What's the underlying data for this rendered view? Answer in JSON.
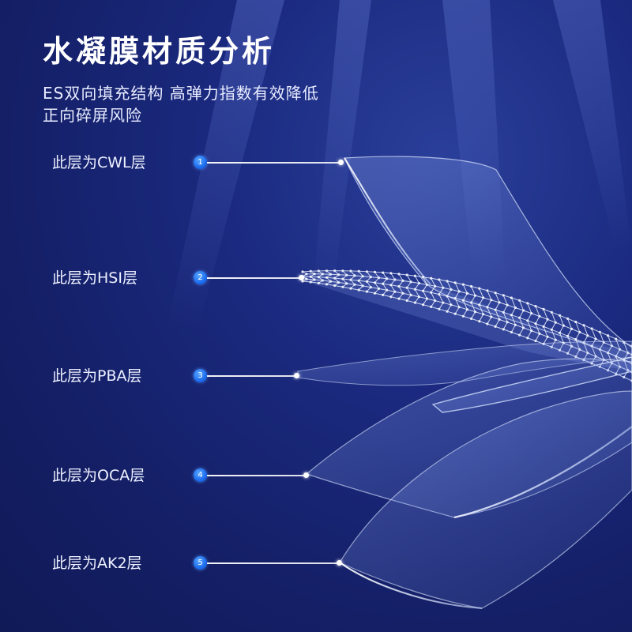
{
  "header": {
    "title": "水凝膜材质分析",
    "subtitle_line1": "ES双向填充结构  高弹力指数有效降低",
    "subtitle_line2": "正向碎屏风险"
  },
  "layers": [
    {
      "label": "此层为CWL层",
      "number": "1"
    },
    {
      "label": "此层为HSI层",
      "number": "2"
    },
    {
      "label": "此层为PBA层",
      "number": "3"
    },
    {
      "label": "此层为OCA层",
      "number": "4"
    },
    {
      "label": "此层为AK2层",
      "number": "5"
    }
  ],
  "colors": {
    "background": "#1b2a80",
    "badge": "#1c6df0",
    "text": "#ffffff"
  }
}
